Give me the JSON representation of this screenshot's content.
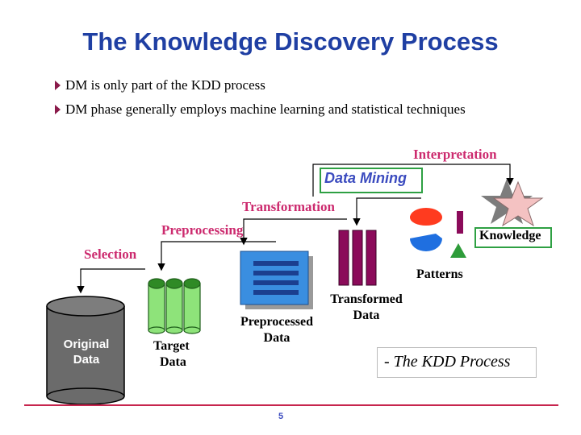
{
  "slide": {
    "title": "The Knowledge Discovery Process",
    "bullets": [
      "DM is only part of the KDD process",
      "DM phase generally employs machine learning and statistical techniques"
    ],
    "page_number": "5",
    "caption": "- The KDD Process"
  },
  "diagram": {
    "steps": {
      "selection": "Selection",
      "preprocessing": "Preprocessing",
      "transformation": "Transformation",
      "data_mining": "Data Mining",
      "interpretation": "Interpretation"
    },
    "artifacts": {
      "original_data": [
        "Original",
        "Data"
      ],
      "target_data": [
        "Target",
        "Data"
      ],
      "preprocessed_data": [
        "Preprocessed",
        "Data"
      ],
      "transformed_data": [
        "Transformed",
        "Data"
      ],
      "patterns": "Patterns",
      "knowledge": "Knowledge"
    }
  },
  "colors": {
    "title": "#1f3fa3",
    "step_label": "#cc2a6e",
    "data_mining_label": "#3b4bbf",
    "highlight_border": "#2ea043",
    "original_data_cylinder": "#6b6b6b",
    "target_data": "#8ee37a",
    "preprocessed_data": "#3a8ee0",
    "transformed_data": "#8b0b5a",
    "pattern_red": "#ff3b1f",
    "pattern_blue": "#1f6fe0",
    "pattern_green": "#2e9c3a",
    "star": "#f4c2c2",
    "footer_line": "#c7254e"
  }
}
